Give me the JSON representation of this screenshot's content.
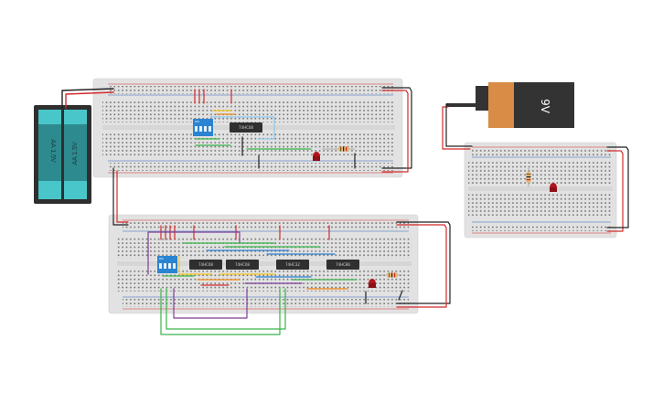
{
  "canvas": {
    "background": "#ffffff"
  },
  "colors": {
    "breadboard": "#e2e2e2",
    "hole": "#6d6d6d",
    "rail_red": "#d42b2b",
    "rail_blue": "#2a63b8",
    "chip": "#2f2f2f",
    "dip_switch": "#2a84d2",
    "led": "#b3141c",
    "battery_pack": "#2f2f2f",
    "aa_cell": "#2d8a8f",
    "aa_cap": "#48c6c9",
    "battery_9v": "#d88c45",
    "battery_9v_dark": "#333333",
    "wire_red": "#d42b2b",
    "wire_black": "#222222",
    "wire_green": "#39b54a",
    "wire_purple": "#7e3f98",
    "wire_yellow": "#f2c418",
    "wire_orange": "#f28c18",
    "wire_blue": "#2a7fd4",
    "wire_lightblue": "#8ec9f0"
  },
  "components": {
    "aa_pack": {
      "icon": "battery-aa-pack-icon",
      "cells": [
        {
          "label": "AA 1.5V"
        },
        {
          "label": "AA 1.5V"
        }
      ]
    },
    "battery_9v": {
      "icon": "battery-9v-icon",
      "label": "9V"
    },
    "chips": [
      {
        "board": "top",
        "label": "74HC08"
      },
      {
        "board": "bottom",
        "label": "74HC08"
      },
      {
        "board": "bottom",
        "label": "74HC08"
      },
      {
        "board": "bottom",
        "label": "74HC32"
      },
      {
        "board": "bottom",
        "label": "74HC86"
      }
    ],
    "dip_switches": [
      {
        "board": "top",
        "label": "ON",
        "icon": "dip-switch-icon"
      },
      {
        "board": "bottom",
        "label": "ON",
        "icon": "dip-switch-icon"
      }
    ],
    "leds": [
      {
        "board": "top",
        "icon": "led-icon"
      },
      {
        "board": "bottom",
        "icon": "led-icon"
      },
      {
        "board": "right",
        "icon": "led-icon"
      }
    ],
    "resistors": [
      {
        "board": "top",
        "icon": "resistor-icon"
      },
      {
        "board": "bottom",
        "icon": "resistor-icon"
      },
      {
        "board": "right",
        "icon": "resistor-icon"
      }
    ]
  }
}
